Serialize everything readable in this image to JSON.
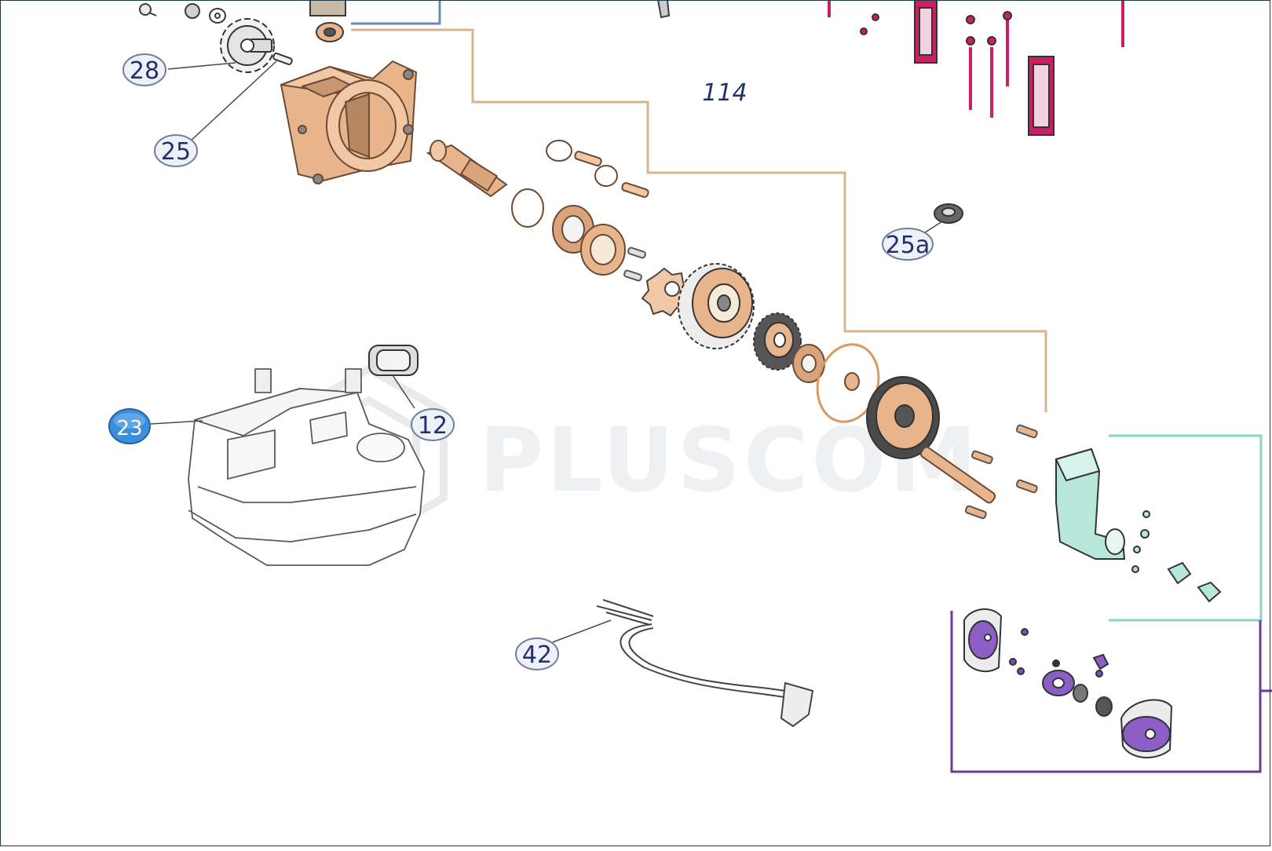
{
  "diagram": {
    "watermark": "PLUSCOM",
    "colors": {
      "gearbox": "#e8b48c",
      "gearbox_stroke": "#6a4a33",
      "leader_tan": "#d9b48f",
      "group_pink": "#cc1f63",
      "group_teal": "#86d6c0",
      "group_purple": "#6a3a9c",
      "group_blue": "#6a8aa8",
      "callout_fill": "#eef1f8",
      "callout_stroke": "#6f7f9d",
      "callout_text": "#23306e",
      "highlight_fill": "#3e8fdb",
      "line_drawing": "#4a4a4a"
    },
    "callouts": [
      {
        "id": "28",
        "label": "28",
        "highlighted": false
      },
      {
        "id": "25",
        "label": "25",
        "highlighted": false
      },
      {
        "id": "25a",
        "label": "25a",
        "highlighted": false
      },
      {
        "id": "23",
        "label": "23",
        "highlighted": true
      },
      {
        "id": "12",
        "label": "12",
        "highlighted": false
      },
      {
        "id": "42",
        "label": "42",
        "highlighted": false
      }
    ],
    "group_label": "114"
  }
}
